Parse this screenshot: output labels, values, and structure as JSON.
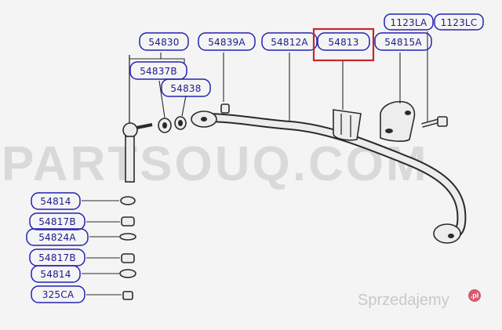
{
  "diagram": {
    "watermark": "PARTSOUQ.COM",
    "site_brand": "Sprzedajemy",
    "site_brand_suffix": ".pl",
    "highlight_color": "#c8262e",
    "label_color": "#2323b3",
    "labels": [
      {
        "id": "a",
        "text": "1123LA"
      },
      {
        "id": "b",
        "text": "1123LC"
      },
      {
        "id": "c",
        "text": "54830"
      },
      {
        "id": "d",
        "text": "54839A"
      },
      {
        "id": "e",
        "text": "54812A"
      },
      {
        "id": "f",
        "text": "54813",
        "highlighted": true
      },
      {
        "id": "g",
        "text": "54815A"
      },
      {
        "id": "h",
        "text": "54837B"
      },
      {
        "id": "i",
        "text": "54838"
      },
      {
        "id": "j",
        "text": "54814"
      },
      {
        "id": "k",
        "text": "54817B"
      },
      {
        "id": "l",
        "text": "54824A"
      },
      {
        "id": "m",
        "text": "54817B"
      },
      {
        "id": "n",
        "text": "54814"
      },
      {
        "id": "o",
        "text": "325CA"
      }
    ]
  }
}
